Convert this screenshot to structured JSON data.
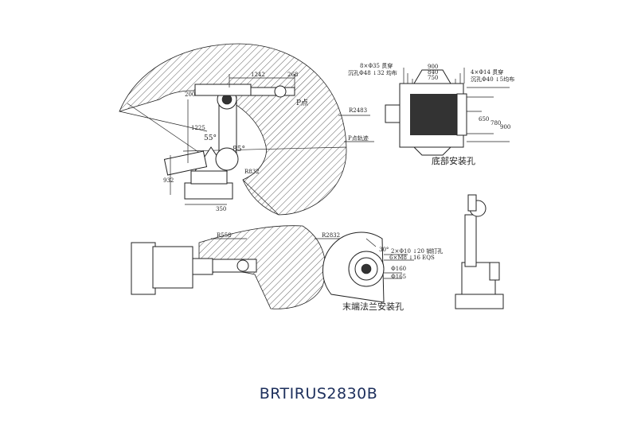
{
  "title": "BRTIRUS2830B",
  "side_view": {
    "dims": [
      "1242",
      "268",
      "200",
      "1225",
      "55°",
      "85°",
      "932",
      "350"
    ],
    "radius_outer": "R2483",
    "radius_inner": "R832",
    "p_point": "P点",
    "p_trajectory": "P点轨迹"
  },
  "base_view": {
    "hole_spec_left_1": "8×Φ35 贯穿",
    "hole_spec_left_2": "沉孔Φ48 ↓32 均布",
    "hole_spec_right_1": "4×Φ14 贯穿",
    "hole_spec_right_2": "沉孔Φ40 ↓5均布",
    "width_dims": [
      "900",
      "840",
      "750"
    ],
    "height_dims": [
      "650",
      "780",
      "900"
    ],
    "caption": "底部安装孔"
  },
  "top_view": {
    "radius_inner": "R558",
    "radius_outer": "R2832"
  },
  "flange_view": {
    "angle": "30°",
    "specs": [
      "2×Φ10 ↓20 销钉孔",
      "6×M8 ↓16 EQS",
      "Φ160",
      "Φ165"
    ],
    "caption": "末端法兰安装孔"
  }
}
